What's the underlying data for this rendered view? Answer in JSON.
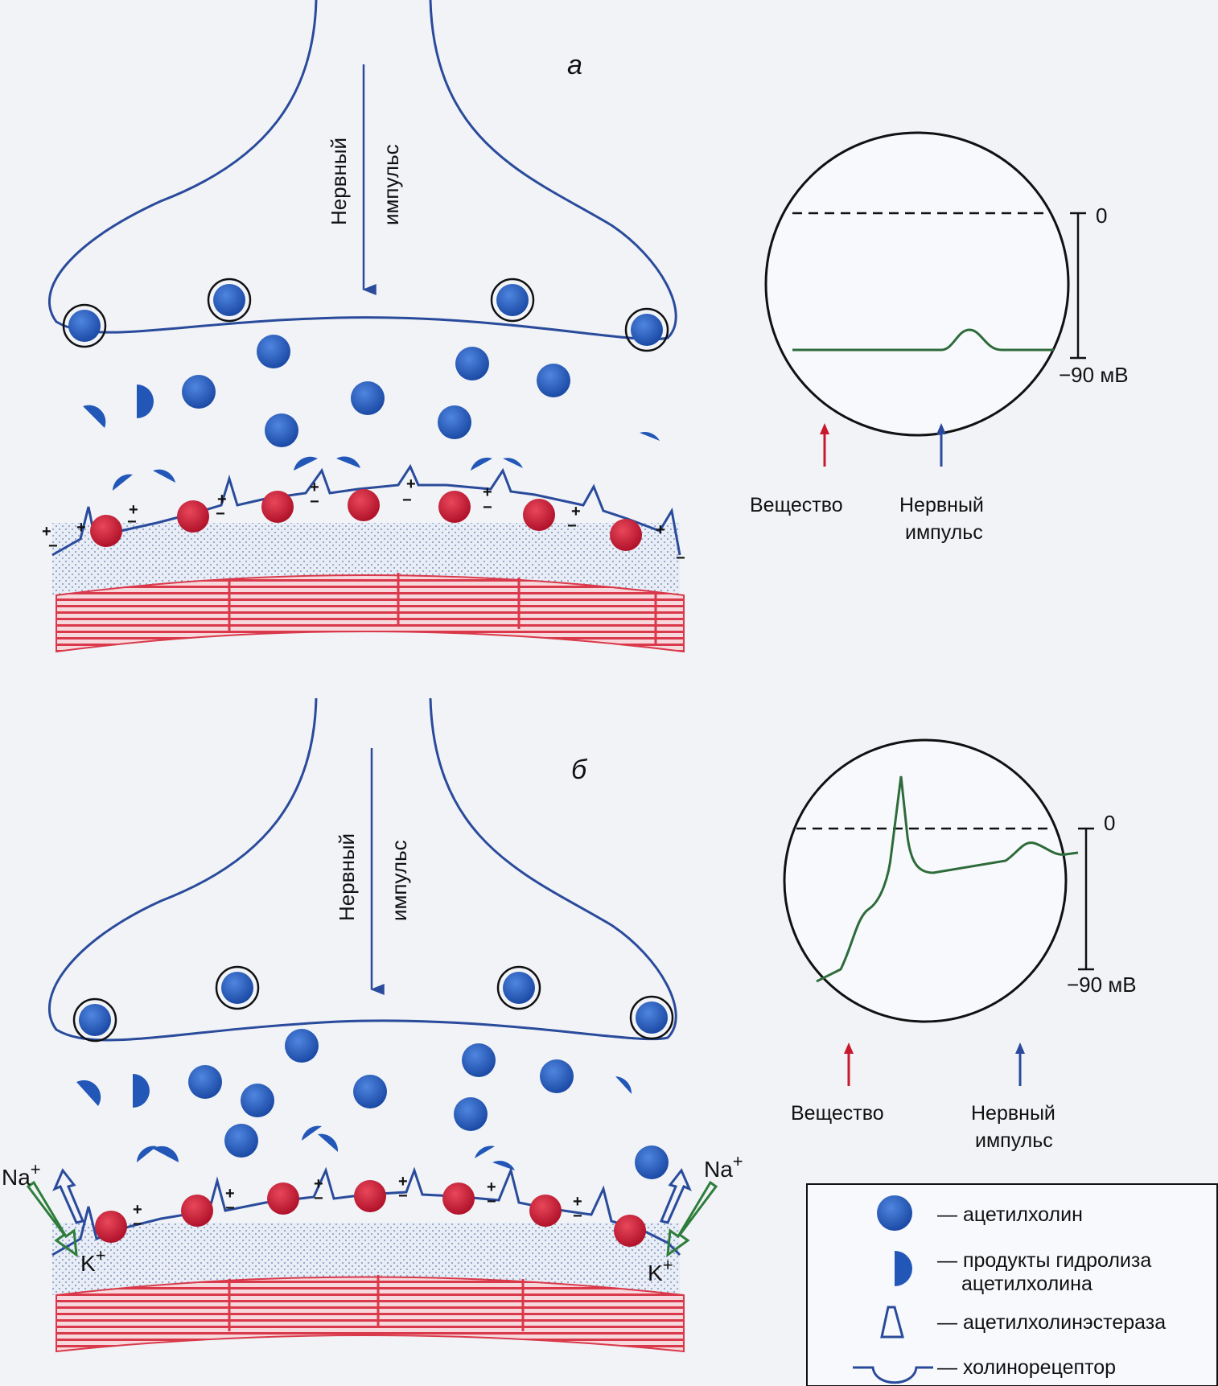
{
  "panels": [
    {
      "label": "а",
      "impulse_line1": "Нервный",
      "impulse_line2": "импульс",
      "scope": {
        "zero_label": "0",
        "bottom_label": "−90 мВ",
        "arrow_substance": "Вещество",
        "arrow_impulse_line1": "Нервный",
        "arrow_impulse_line2": "импульс"
      },
      "ions": null
    },
    {
      "label": "б",
      "impulse_line1": "Нервный",
      "impulse_line2": "импульс",
      "scope": {
        "zero_label": "0",
        "bottom_label": "−90 мВ",
        "arrow_substance": "Вещество",
        "arrow_impulse_line1": "Нервный",
        "arrow_impulse_line2": "импульс"
      },
      "ions": {
        "na_left": "Na",
        "na_left_sup": "+",
        "k_left": "K",
        "k_left_sup": "+",
        "na_right": "Na",
        "na_right_sup": "+",
        "k_right": "K",
        "k_right_sup": "+"
      }
    }
  ],
  "legend": {
    "items": [
      {
        "symbol": "acetylcholine-icon",
        "text": "— ацетилхолин"
      },
      {
        "symbol": "hydrolysis-product-icon",
        "text_line1": "— продукты гидролиза",
        "text_line2": "ацетилхолина"
      },
      {
        "symbol": "acetylcholinesterase-icon",
        "text": "— ацетилхолинэстераза"
      },
      {
        "symbol": "cholinoreceptor-icon",
        "text": "— холинорецептор"
      }
    ]
  },
  "colors": {
    "membrane": "#2a4b9b",
    "acetylcholine": "#2257b8",
    "receptor_ligand": "#c8182d",
    "muscle": "#d9394a",
    "trace": "#2e6b3a",
    "arrow_substance": "#c8182d",
    "arrow_impulse": "#2a4b9b",
    "ion_arrow": "#2f7d3b"
  }
}
